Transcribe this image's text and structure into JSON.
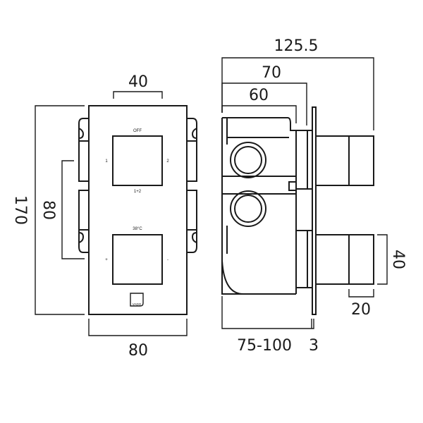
{
  "front_view": {
    "labels": {
      "top": "OFF",
      "left": "1",
      "right": "2",
      "bottom": "1+2",
      "temp": "38°C",
      "plus": "+",
      "minus": "-",
      "logo": "VADO"
    },
    "dimensions": {
      "knob_width": "40",
      "height": "170",
      "knob_spacing": "80",
      "width": "80"
    }
  },
  "side_view": {
    "dimensions": {
      "overall_depth": "125.5",
      "to_plate": "70",
      "body_depth": "60",
      "wall_depth": "75-100",
      "plate": "3",
      "knob_height": "40",
      "knob_depth": "20"
    }
  }
}
